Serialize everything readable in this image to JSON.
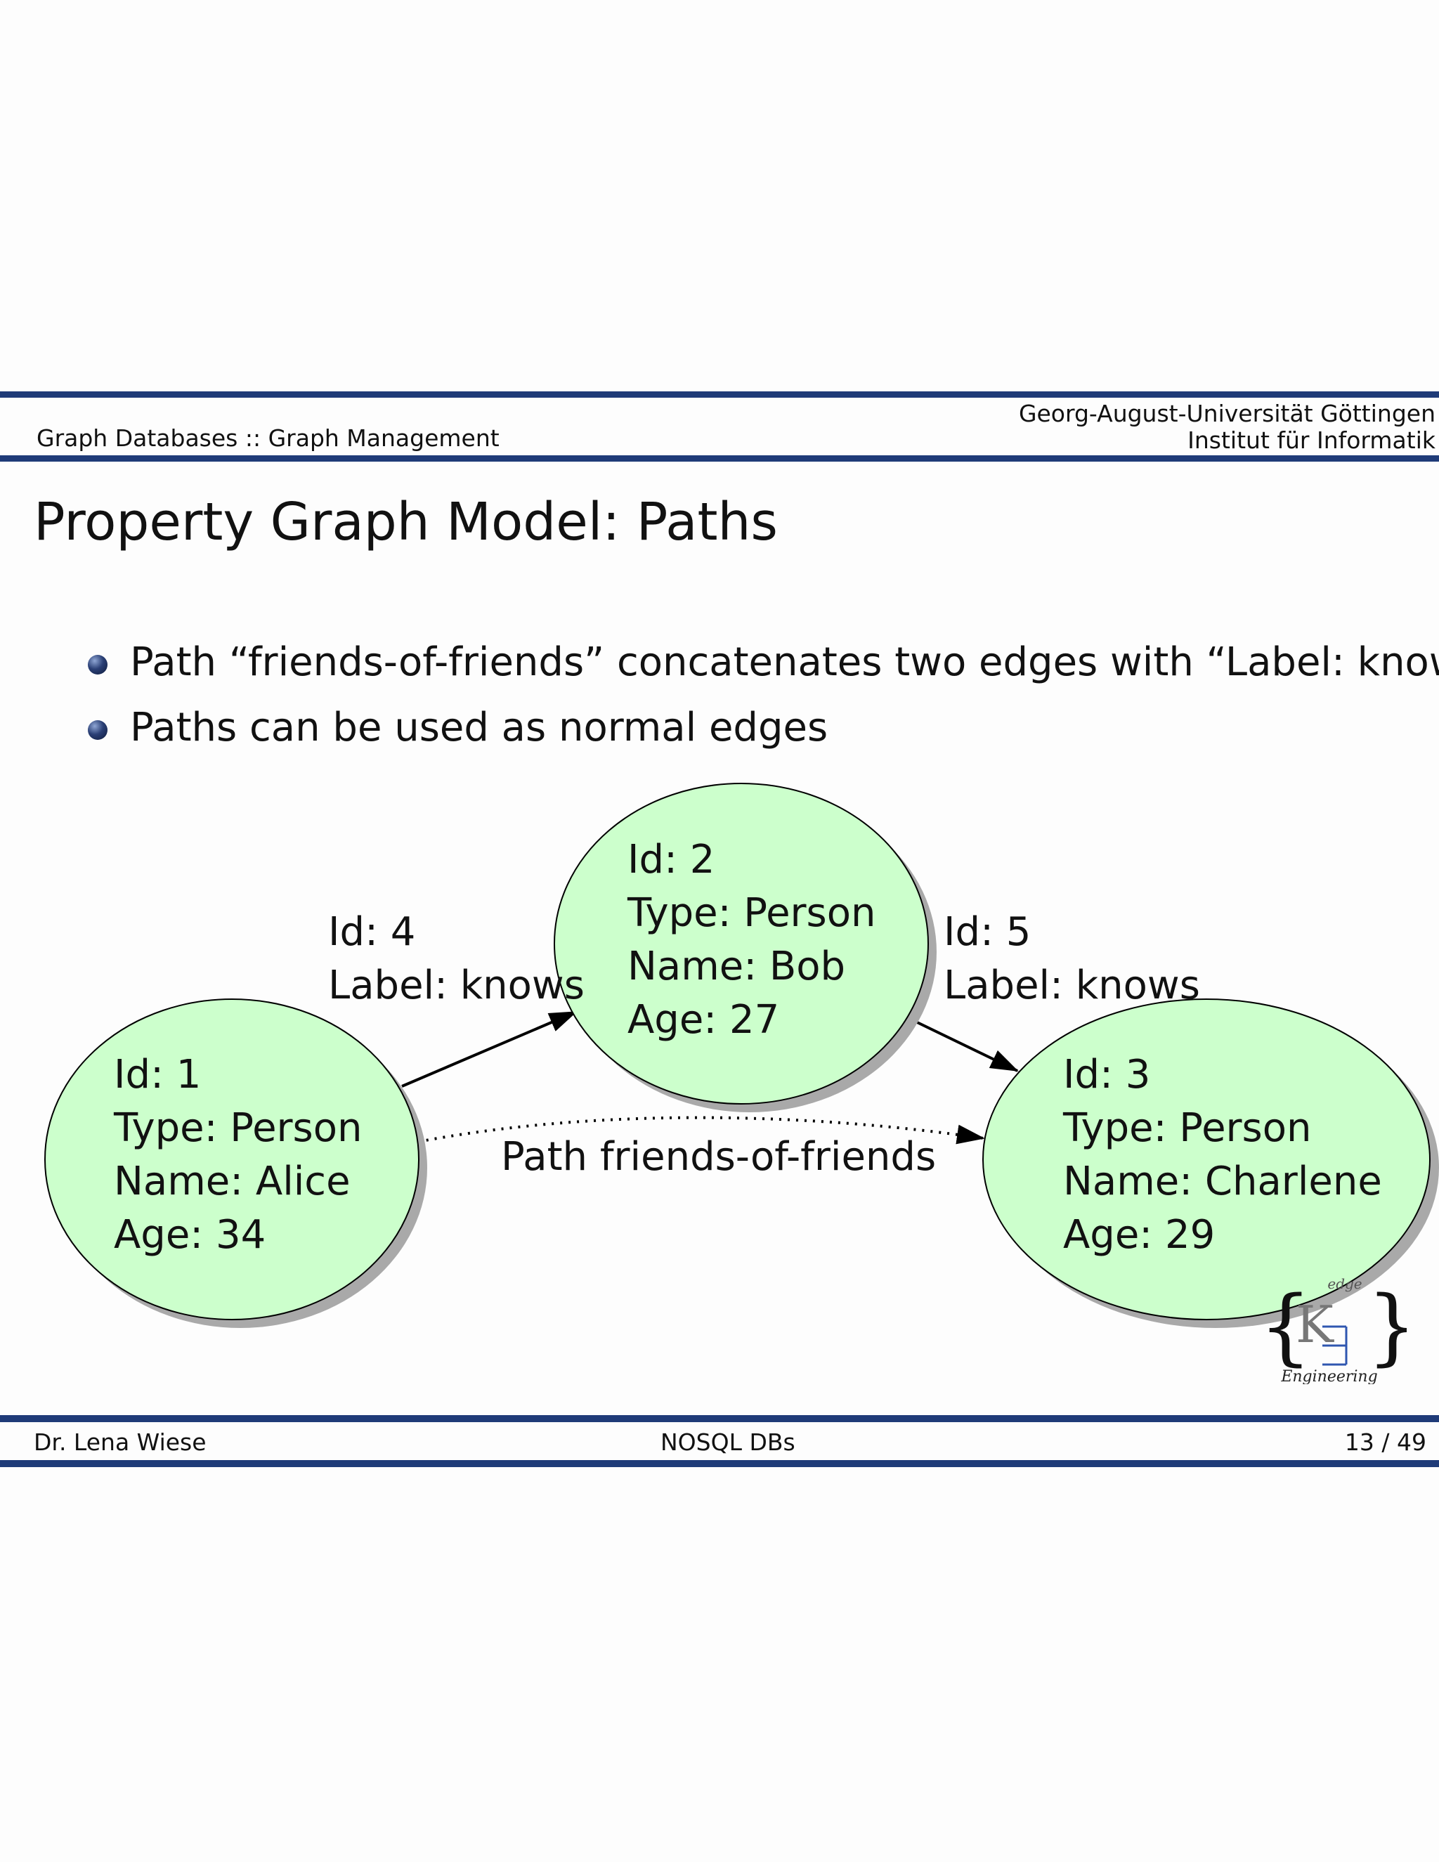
{
  "header": {
    "section": "Graph Databases :: Graph Management",
    "university": "Georg-August-Universität Göttingen",
    "institute": "Institut für Informatik"
  },
  "title": "Property Graph Model: Paths",
  "bullets": [
    "Path “friends-of-friends” concatenates two edges with “Label: knows”",
    "Paths can be used as normal edges"
  ],
  "graph": {
    "nodes": [
      {
        "lines": [
          "Id: 1",
          "Type: Person",
          "Name: Alice",
          "Age: 34"
        ]
      },
      {
        "lines": [
          "Id: 2",
          "Type: Person",
          "Name: Bob",
          "Age: 27"
        ]
      },
      {
        "lines": [
          "Id: 3",
          "Type: Person",
          "Name: Charlene",
          "Age: 29"
        ]
      }
    ],
    "edges": [
      {
        "lines": [
          "Id: 4",
          "Label: knows"
        ]
      },
      {
        "lines": [
          "Id: 5",
          "Label: knows"
        ]
      }
    ],
    "path_label": "Path friends-of-friends",
    "node_fill": "#ccffcc",
    "shadow_color": "#a9a9a9"
  },
  "logo": {
    "top": "edge",
    "bottom": "Engineering"
  },
  "footer": {
    "author": "Dr. Lena Wiese",
    "course": "NOSQL DBs",
    "page": "13 / 49"
  }
}
